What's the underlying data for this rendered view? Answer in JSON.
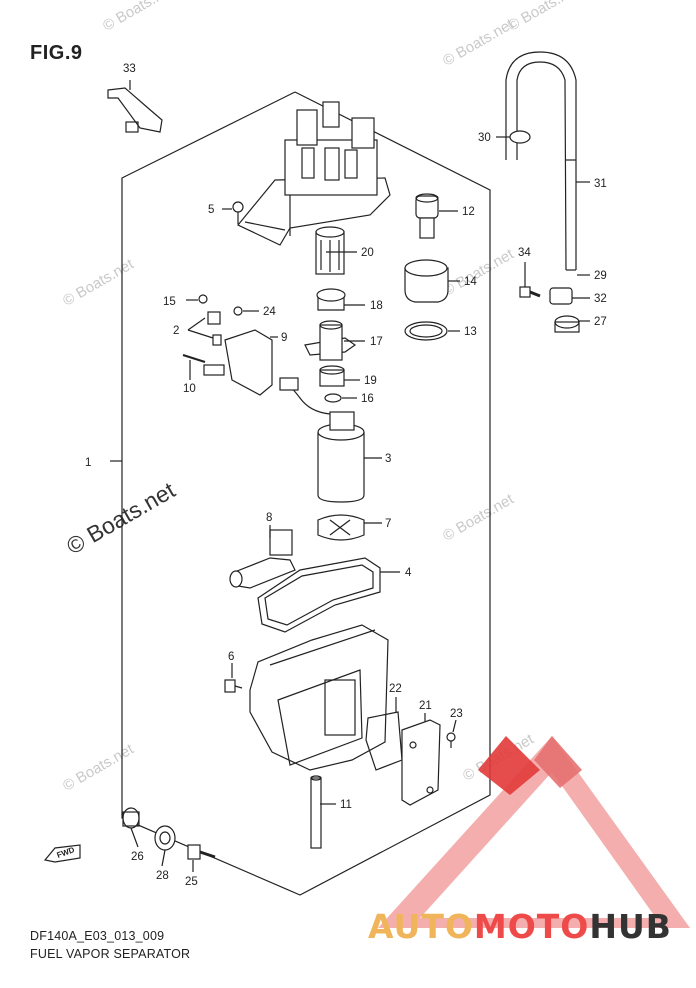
{
  "figure": {
    "title": "FIG.9"
  },
  "diagram": {
    "code": "DF140A_E03_013_009",
    "name": "FUEL VAPOR SEPARATOR"
  },
  "watermark": {
    "small": "© Boats.net",
    "large": "© Boats.net"
  },
  "fwd_badge": "FWD",
  "brand": {
    "part1": "AUTO",
    "part2": "MOTO",
    "part3": "HUB"
  },
  "callouts": [
    "1",
    "2",
    "3",
    "4",
    "5",
    "6",
    "7",
    "8",
    "9",
    "10",
    "11",
    "12",
    "13",
    "14",
    "15",
    "16",
    "17",
    "18",
    "19",
    "20",
    "21",
    "22",
    "23",
    "24",
    "25",
    "26",
    "27",
    "28",
    "29",
    "30",
    "31",
    "32",
    "33",
    "34"
  ],
  "colors": {
    "line": "#222222",
    "brand_gold": "#f0b55a",
    "brand_red": "#ef4a4a",
    "logo_red": "#e23a3a",
    "watermark": "#c9c9c9"
  }
}
